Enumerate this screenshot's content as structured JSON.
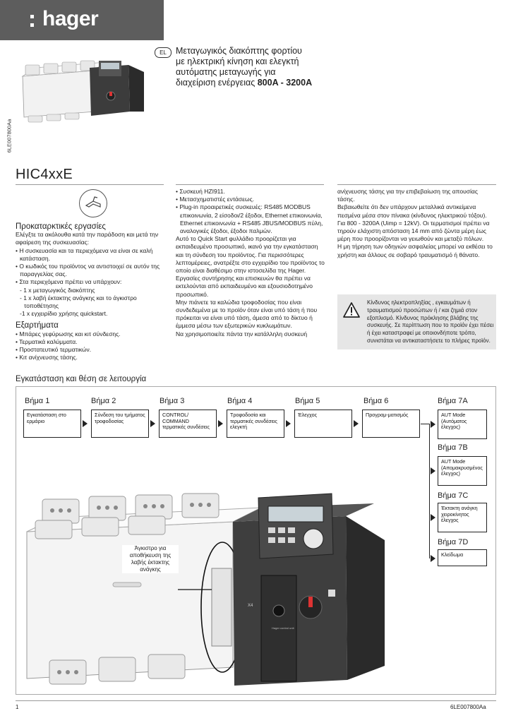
{
  "brand": {
    "logo_text": "hager"
  },
  "side_code": "6LE007800Aa",
  "header": {
    "lang_badge": "EL",
    "title_line1": "Μεταγωγικός διακόπτης φορτίου",
    "title_line2": "με ηλεκτρική κίνηση και ελεγκτή",
    "title_line3": "αυτόματης μεταγωγής για",
    "title_line4_pre": "διαχείριση ενέργειας ",
    "title_line4_bold": "800A - 3200A"
  },
  "product_name": "HIC4xxE",
  "col1": {
    "prelim_title": "Προκαταρκτικές εργασίες",
    "prelim_intro": "Ελέγξτε τα ακόλουθα κατά την παράδοση και μετά την αφαίρεση της συσκευασίας:",
    "prelim_items": [
      "• Η συσκευασία και τα περιεχόμενα να είναι σε καλή κατάσταση.",
      "• Ο κωδικός του προϊόντος να αντιστοιχεί σε αυτόν της παραγγελίας σας.",
      "• Στα περιεχόμενα πρέπει να υπάρχουν:",
      "- 1 x μεταγωγικός διακόπτης",
      "- 1 x λαβή έκτακτης ανάγκης και το άγκιστρο τοποθέτησης",
      "-1 x εγχειρίδιο χρήσης quickstart."
    ],
    "accessories_title": "Εξαρτήματα",
    "accessories_items": [
      "• Μπάρες γεφύρωσης και κιτ σύνδεσης.",
      "• Τερματικά καλύμματα.",
      "• Προστατευτικό τερματικών.",
      "• Κιτ ανίχνευσης τάσης."
    ]
  },
  "col2": {
    "items": [
      "• Συσκευή HZI911.",
      "• Μετασχηματιστές εντάσεως.",
      "• Plug-in προαιρετικές συσκευές: RS485 MODBUS επικοινωνία, 2 είσοδοι/2 έξοδοι, Ethernet επικοινωνία, Ethernet επικοινωνία + RS485 JBUS/MODBUS πύλη, αναλογικές έξοδοι, έξοδοι παλμών."
    ],
    "para1": "Αυτό το Quick Start φυλλάδιο προορίζεται για εκπαιδευμένο προσωπικό, ικανό για την εγκατάσταση και τη σύνδεση του προϊόντος. Για περισσότερες λεπτομέρειες, ανατρέξτε στο εγχειρίδιο του προϊόντος το οποίο είναι διαθέσιμο στην ιστοσελίδα της Hager.",
    "para2": "Εργασίες συντήρησης και επισκευών θα πρέπει να εκτελούνται από εκπαιδευμένο και εξουσιοδοτημένο προσωπικό.",
    "para3": "Μην πιάνετε τα καλώδια τροφοδοσίας που είναι συνδεδεμένα με το προϊόν όταν είναι υπό τάση ή που πρόκειται να είναι υπό τάση, άμεσα από το δίκτυο ή έμμεσα μέσω των εξωτερικών κυκλωμάτων.",
    "para4": "Να χρησιμοποιείτε πάντα την κατάλληλη συσκευή"
  },
  "col3": {
    "para1": "ανίχνευσης τάσης για την επιβεβαίωση της απουσίας τάσης.",
    "para2": "Βεβαιωθείτε ότι δεν υπάρχουν μεταλλικά αντικείμενα πεσμένα μέσα στον πίνακα (κίνδυνος ηλεκτρικού τόξου).",
    "para3": "Για 800 - 3200A (Uimp = 12kV). Οι τερματισμοί πρέπει να τηρούν ελάχιστη απόσταση 14 mm από ζώντα μέρη έως μέρη που προορίζονται να γειωθούν και μεταξύ πόλων.",
    "para4": "Η μη τήρηση των οδηγιών ασφαλείας μπορεί να εκθέσει το χρήστη και άλλους σε σοβαρό τραυματισμό ή θάνατο."
  },
  "warning": {
    "text": "Κίνδυνος ηλεκτροπληξίας , εγκαυμάτων ή τραυματισμού προσώπων ή / και ζημιά στον εξοπλισμό. Κίνδυνος πρόκλησης βλάβης της συσκευής. Σε περίπτωση που το προϊόν έχει πέσει ή έχει καταστραφεί με οποιονδήποτε τρόπο, συνιστάται να αντικαταστήσετε το πλήρες προϊόν."
  },
  "steps": {
    "title": "Εγκατάσταση και θέση σε λειτουργία",
    "list": [
      {
        "label": "Βήμα 1",
        "box": "Εγκατάσταση στο ερμάριο"
      },
      {
        "label": "Βήμα 2",
        "box": "Σύνδεση του τμήματος τροφοδοσίας"
      },
      {
        "label": "Βήμα 3",
        "box": "CONTROL/ COMMAND τερματικές συνδέσεις"
      },
      {
        "label": "Βήμα 4",
        "box": "Τροφοδοσία και τερματικές συνδέσεις ελεγκτή"
      },
      {
        "label": "Βήμα 5",
        "box": "Έλεγχος"
      },
      {
        "label": "Βήμα 6",
        "box": "Προγραμ-ματισμός"
      }
    ],
    "branches": [
      {
        "label": "Βήμα 7A",
        "box": "AUT Mode (Αυτόματος έλεγχος)"
      },
      {
        "label": "Βήμα 7B",
        "box": "AUT Mode (Απομακρυσμένος έλεγχος)"
      },
      {
        "label": "Βήμα 7C",
        "box": "Έκτακτη ανάγκη χειροκίνητος έλεγχος"
      },
      {
        "label": "Βήμα 7D",
        "box": "Κλείδωμα"
      }
    ],
    "hook_label": "Άγκιστρο για αποθήκευση της λαβής έκτακτης ανάγκης",
    "device_marks": {
      "x4": "X4",
      "legend": "Hager control unit"
    }
  },
  "footer": {
    "page": "1",
    "code": "6LE007800Aa"
  }
}
